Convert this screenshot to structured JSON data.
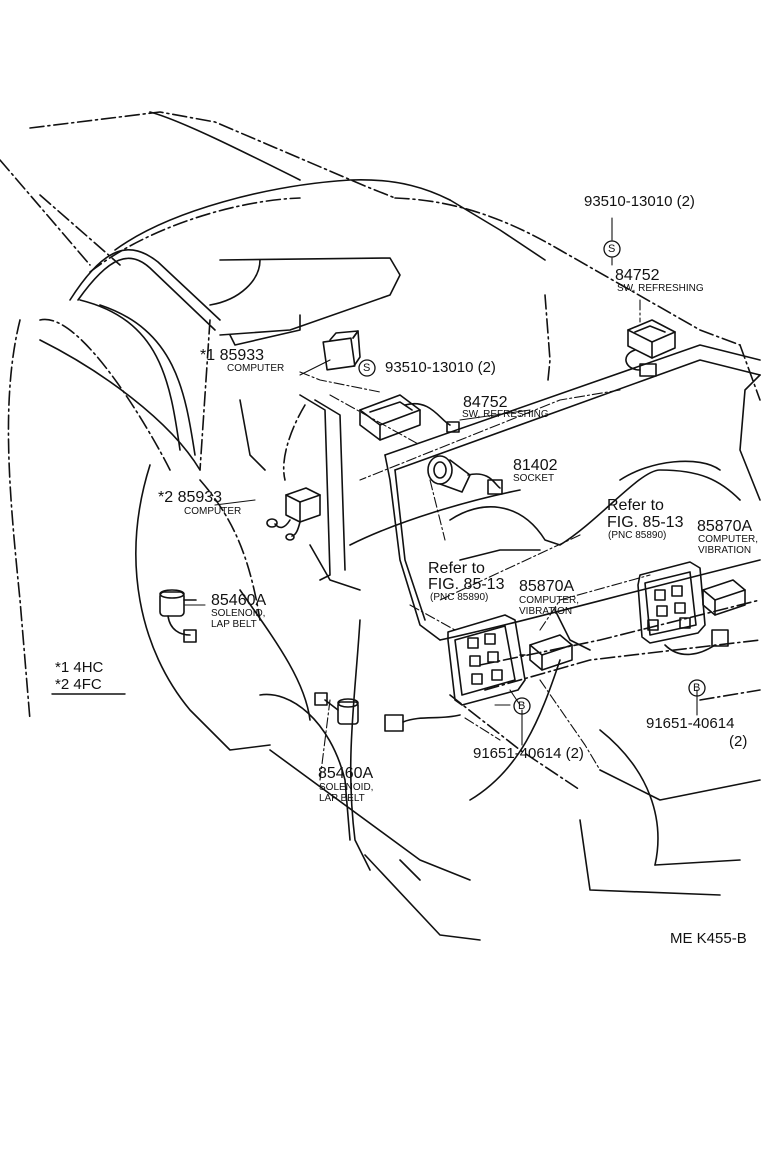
{
  "labels": {
    "pn_93510_top": "93510-13010 (2)",
    "pn_84752_top": "84752",
    "desc_84752_top": "SW, REFRESHING",
    "pn_85933_1": "*1 85933",
    "desc_85933_1": "COMPUTER",
    "pn_93510_mid": "93510-13010 (2)",
    "pn_84752_mid": "84752",
    "desc_84752_mid": "SW, REFRESHING",
    "pn_81402": "81402",
    "desc_81402": "SOCKET",
    "pn_85933_2": "*2 85933",
    "desc_85933_2": "COMPUTER",
    "refer_right_1": "Refer to",
    "refer_right_2": "FIG. 85-13",
    "refer_right_3": "(PNC 85890)",
    "pn_85870a_right": "85870A",
    "desc_85870a_right_1": "COMPUTER,",
    "desc_85870a_right_2": "VIBRATION",
    "refer_left_1": "Refer to",
    "refer_left_2": "FIG. 85-13",
    "refer_left_3": "(PNC 85890)",
    "pn_85870a_mid": "85870A",
    "desc_85870a_mid_1": "COMPUTER,",
    "desc_85870a_mid_2": "VIBRATION",
    "pn_85460a_left": "85460A",
    "desc_85460a_left_1": "SOLENOID,",
    "desc_85460a_left_2": "LAP BELT",
    "pn_91651_right": "91651-40614",
    "qty_91651_right": "(2)",
    "pn_91651_mid": "91651-40614 (2)",
    "note_1": "*1  4HC",
    "note_2": "*2  4FC",
    "pn_85460a_bottom": "85460A",
    "desc_85460a_bottom_1": "SOLENOID,",
    "desc_85460a_bottom_2": "LAP BELT",
    "marker_s": "S",
    "marker_b": "B",
    "illustration_code": "ME K455-B"
  }
}
